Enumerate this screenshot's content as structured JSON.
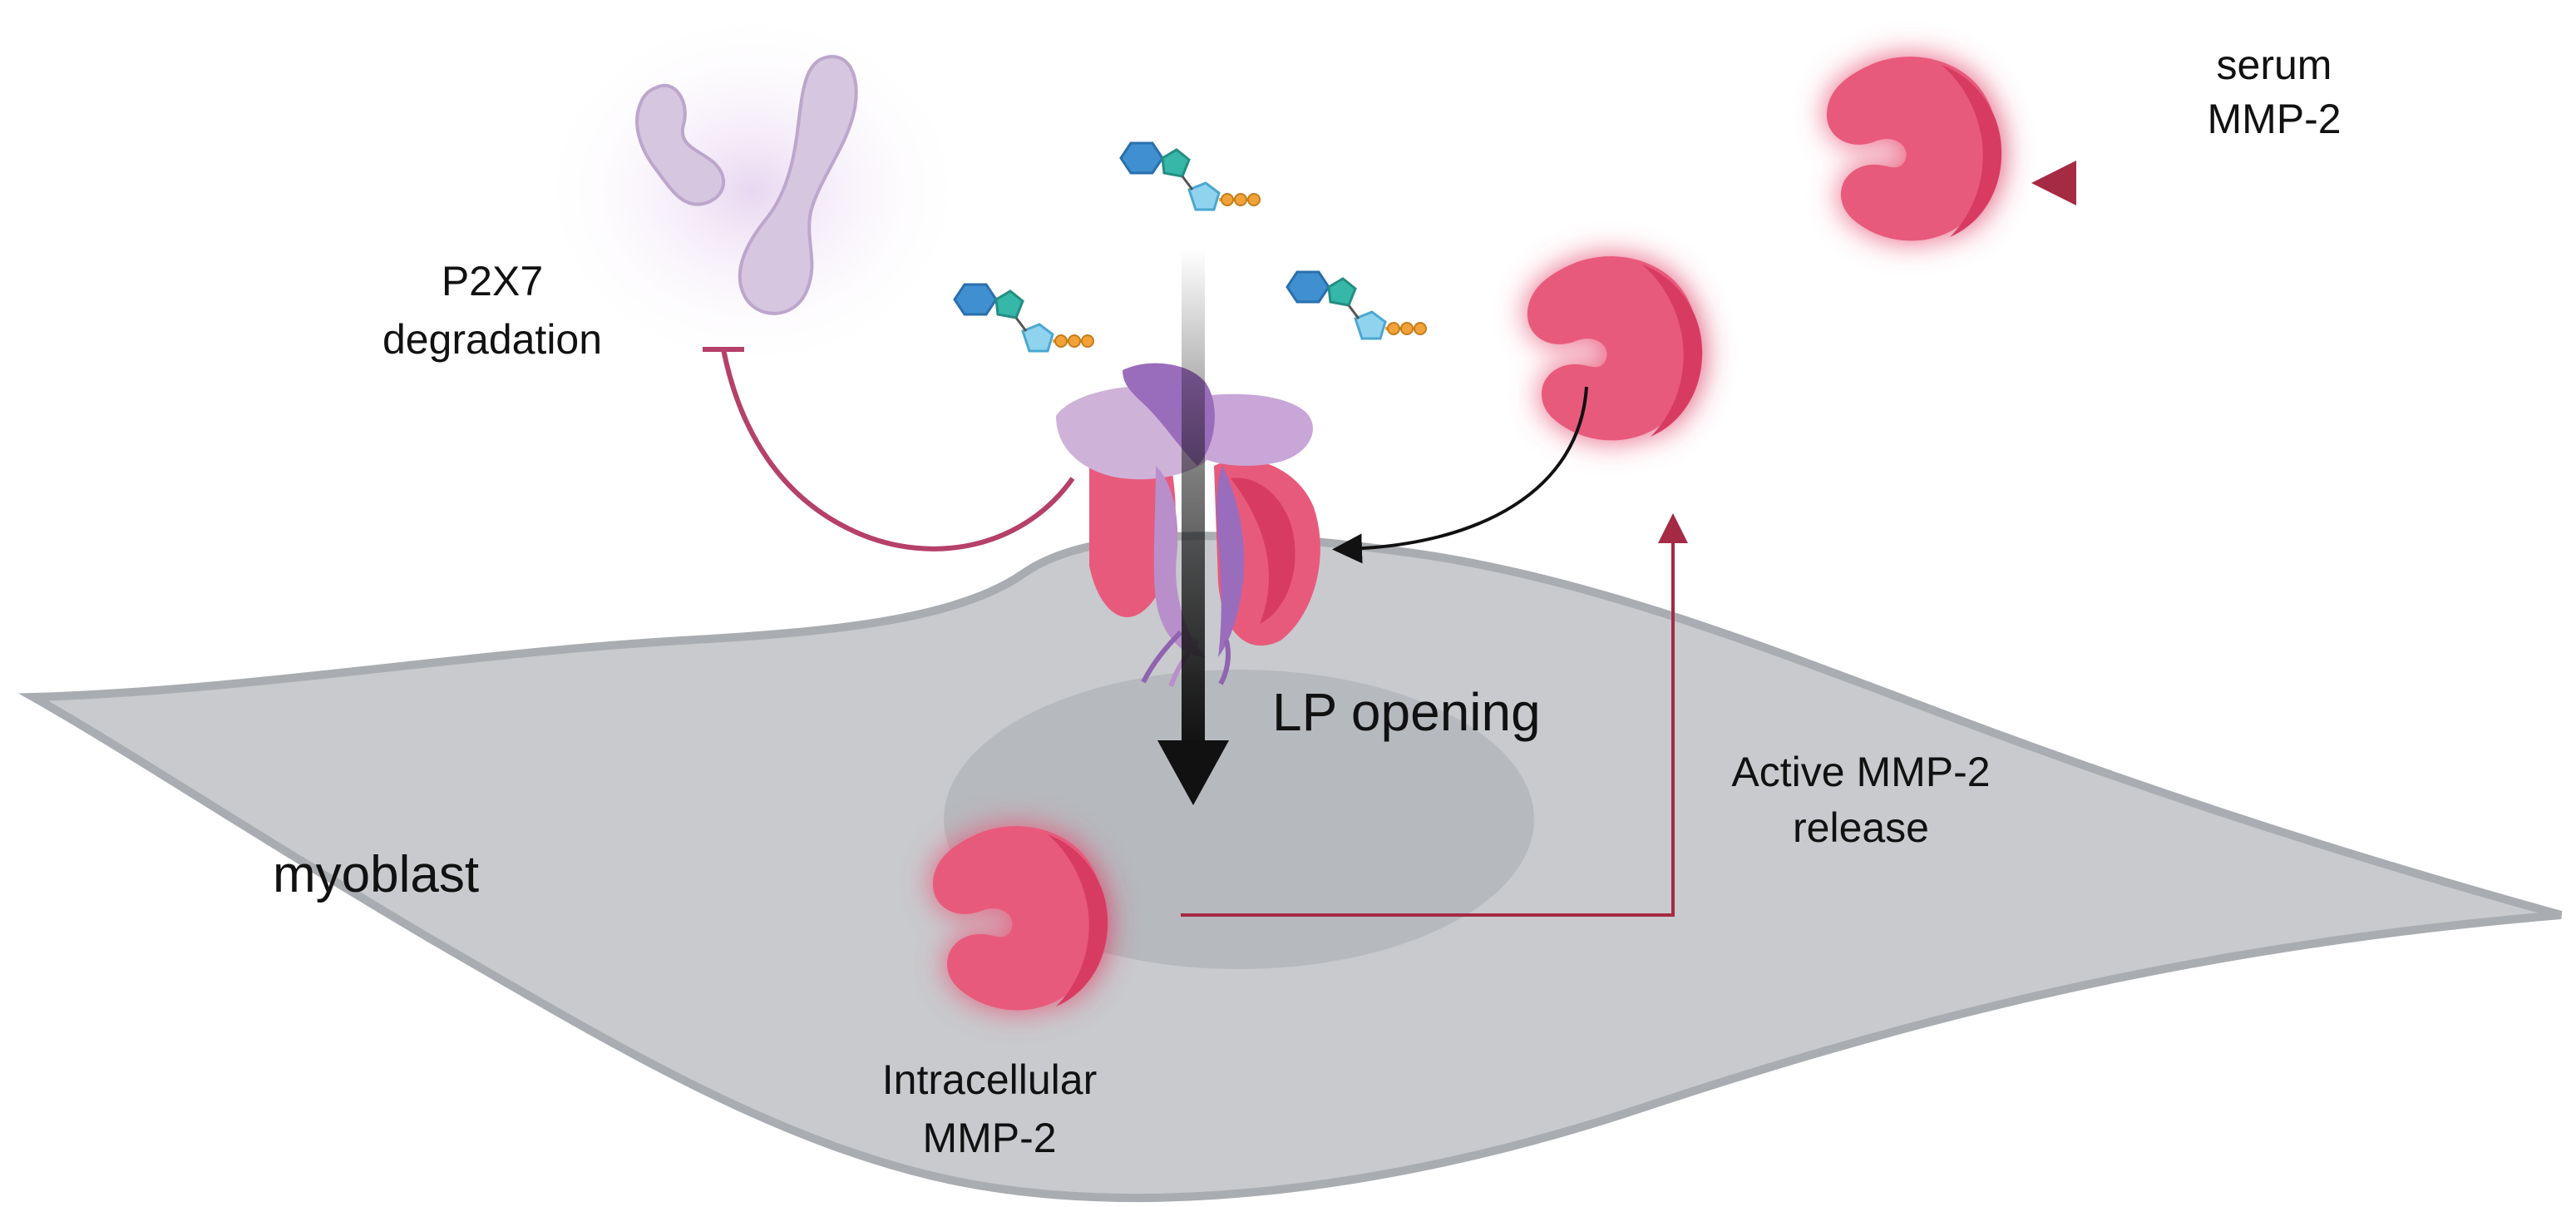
{
  "labels": {
    "serum": [
      "serum",
      "MMP-2"
    ],
    "p2x7": [
      "P2X7",
      "degradation"
    ],
    "lp_opening": "LP opening",
    "active_release": [
      "Active MMP-2",
      "release"
    ],
    "myoblast": "myoblast",
    "intracellular": [
      "Intracellular",
      "MMP-2"
    ]
  },
  "colors": {
    "mmp2": "#e85a7c",
    "mmp2_dark": "#d83b62",
    "mmp2_glow": "#ff6f95",
    "arrow_red": "#a52a44",
    "inhibition_line": "#b5406a",
    "cell_body": "#c8cacd",
    "cell_edge": "#a9acb0",
    "nucleus": "#b3b6ba",
    "p2x7_fragment": "#d6c6e0",
    "p2x7_glow": "#efe2f5",
    "receptor_light": "#cfb2d8",
    "receptor_mid": "#b88fca",
    "receptor_dark": "#8f64b0",
    "atp_purine_blue": "#3f8fd1",
    "atp_purine_teal": "#36b7a8",
    "atp_ribose": "#8fd3ef",
    "atp_phosphate": "#f2a23a",
    "black_arrow": "#111111"
  },
  "icons": {
    "mmp2": "mmp2-enzyme-icon",
    "p2x7": "p2x7-receptor-icon",
    "atp": "atp-molecule-icon",
    "fragment": "protein-fragment-icon"
  }
}
